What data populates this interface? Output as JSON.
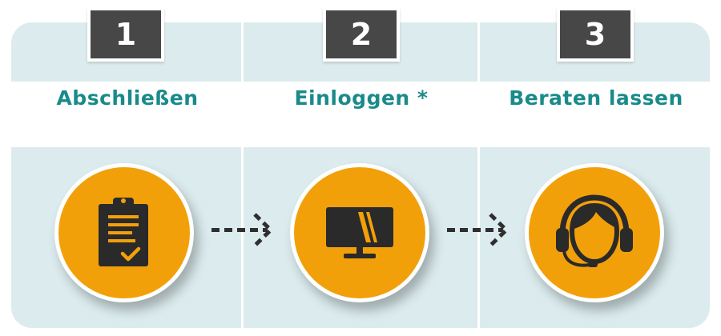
{
  "steps": [
    {
      "number": "1",
      "title": "Abschließen",
      "icon": "clipboard-checklist-icon"
    },
    {
      "number": "2",
      "title": "Einloggen *",
      "icon": "monitor-icon"
    },
    {
      "number": "3",
      "title": "Beraten lassen",
      "icon": "headset-agent-icon"
    }
  ],
  "colors": {
    "accent_orange": "#f2a00a",
    "title_teal": "#1a8a8a",
    "number_box": "#474747",
    "panel_background": "#dcecee"
  }
}
